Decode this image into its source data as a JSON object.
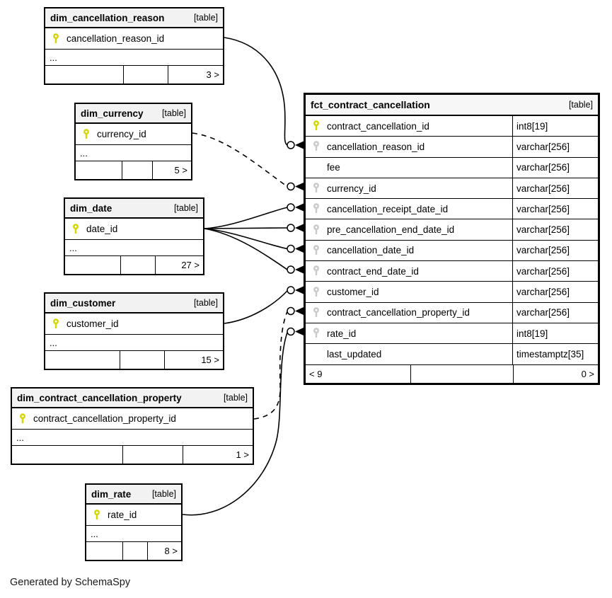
{
  "diagram": {
    "footer_note": "Generated by SchemaSpy"
  },
  "colors": {
    "primary_key": "#d5d500",
    "foreign_key": "#c9c9c9",
    "header_bg": "#f2f2f2",
    "line": "#000000"
  },
  "tables": {
    "dim_cancellation_reason": {
      "name": "dim_cancellation_reason",
      "type_label": "[table]",
      "key_column": "cancellation_reason_id",
      "ellipsis": "...",
      "related_count": "3 >"
    },
    "dim_currency": {
      "name": "dim_currency",
      "type_label": "[table]",
      "key_column": "currency_id",
      "ellipsis": "...",
      "related_count": "5 >"
    },
    "dim_date": {
      "name": "dim_date",
      "type_label": "[table]",
      "key_column": "date_id",
      "ellipsis": "...",
      "related_count": "27 >"
    },
    "dim_customer": {
      "name": "dim_customer",
      "type_label": "[table]",
      "key_column": "customer_id",
      "ellipsis": "...",
      "related_count": "15 >"
    },
    "dim_contract_cancellation_property": {
      "name": "dim_contract_cancellation_property",
      "type_label": "[table]",
      "key_column": "contract_cancellation_property_id",
      "ellipsis": "...",
      "related_count": "1 >"
    },
    "dim_rate": {
      "name": "dim_rate",
      "type_label": "[table]",
      "key_column": "rate_id",
      "ellipsis": "...",
      "related_count": "8 >"
    },
    "fct_contract_cancellation": {
      "name": "fct_contract_cancellation",
      "type_label": "[table]",
      "columns": [
        {
          "name": "contract_cancellation_id",
          "type": "int8[19]",
          "key": "primary"
        },
        {
          "name": "cancellation_reason_id",
          "type": "varchar[256]",
          "key": "foreign"
        },
        {
          "name": "fee",
          "type": "varchar[256]",
          "key": "none"
        },
        {
          "name": "currency_id",
          "type": "varchar[256]",
          "key": "foreign"
        },
        {
          "name": "cancellation_receipt_date_id",
          "type": "varchar[256]",
          "key": "foreign"
        },
        {
          "name": "pre_cancellation_end_date_id",
          "type": "varchar[256]",
          "key": "foreign"
        },
        {
          "name": "cancellation_date_id",
          "type": "varchar[256]",
          "key": "foreign"
        },
        {
          "name": "contract_end_date_id",
          "type": "varchar[256]",
          "key": "foreign"
        },
        {
          "name": "customer_id",
          "type": "varchar[256]",
          "key": "foreign"
        },
        {
          "name": "contract_cancellation_property_id",
          "type": "varchar[256]",
          "key": "foreign"
        },
        {
          "name": "rate_id",
          "type": "int8[19]",
          "key": "foreign"
        },
        {
          "name": "last_updated",
          "type": "timestamptz[35]",
          "key": "none"
        }
      ],
      "footer_left": "< 9",
      "footer_right": "0 >"
    }
  },
  "relationships": [
    {
      "from_table": "dim_cancellation_reason",
      "from_column": "cancellation_reason_id",
      "to_table": "fct_contract_cancellation",
      "to_column": "cancellation_reason_id",
      "style": "solid"
    },
    {
      "from_table": "dim_currency",
      "from_column": "currency_id",
      "to_table": "fct_contract_cancellation",
      "to_column": "currency_id",
      "style": "dashed"
    },
    {
      "from_table": "dim_date",
      "from_column": "date_id",
      "to_table": "fct_contract_cancellation",
      "to_column": "cancellation_receipt_date_id",
      "style": "solid"
    },
    {
      "from_table": "dim_date",
      "from_column": "date_id",
      "to_table": "fct_contract_cancellation",
      "to_column": "pre_cancellation_end_date_id",
      "style": "solid"
    },
    {
      "from_table": "dim_date",
      "from_column": "date_id",
      "to_table": "fct_contract_cancellation",
      "to_column": "cancellation_date_id",
      "style": "solid"
    },
    {
      "from_table": "dim_date",
      "from_column": "date_id",
      "to_table": "fct_contract_cancellation",
      "to_column": "contract_end_date_id",
      "style": "solid"
    },
    {
      "from_table": "dim_customer",
      "from_column": "customer_id",
      "to_table": "fct_contract_cancellation",
      "to_column": "customer_id",
      "style": "solid"
    },
    {
      "from_table": "dim_contract_cancellation_property",
      "from_column": "contract_cancellation_property_id",
      "to_table": "fct_contract_cancellation",
      "to_column": "contract_cancellation_property_id",
      "style": "dashed"
    },
    {
      "from_table": "dim_rate",
      "from_column": "rate_id",
      "to_table": "fct_contract_cancellation",
      "to_column": "rate_id",
      "style": "solid"
    }
  ]
}
